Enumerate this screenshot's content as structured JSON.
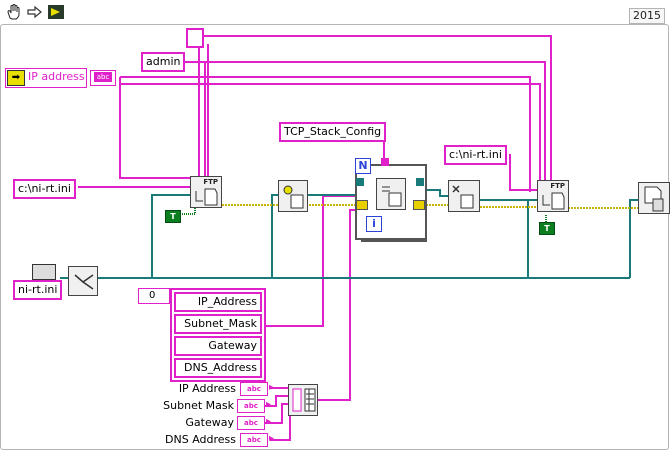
{
  "toolbar": {
    "buttons": [
      {
        "name": "hand-tool-icon",
        "label": ""
      },
      {
        "name": "arrow-right-icon",
        "label": ""
      },
      {
        "name": "run-arrow-icon",
        "label": ""
      }
    ]
  },
  "version_badge": "2015",
  "constants": {
    "empty_string": "",
    "admin": "admin",
    "ip_address": "IP address",
    "tcp_stack_config": "TCP_Stack_Config",
    "ini_path_left": "c:\\ni-rt.ini",
    "ini_path_right": "c:\\ni-rt.ini",
    "ini_file_name": "ni-rt.ini",
    "array_index": "0"
  },
  "key_array": [
    "IP_Address",
    "Subnet_Mask",
    "Gateway",
    "DNS_Address"
  ],
  "controls": [
    {
      "label": "IP Address",
      "type": "abc"
    },
    {
      "label": "Subnet Mask",
      "type": "abc"
    },
    {
      "label": "Gateway",
      "type": "abc"
    },
    {
      "label": "DNS Address",
      "type": "abc"
    }
  ],
  "loop": {
    "count_terminal": "N",
    "iteration_terminal": "i"
  },
  "nodes": {
    "ftp_left": {
      "label": "FTP"
    },
    "ftp_right": {
      "label": "FTP"
    },
    "booleans": [
      "T",
      "T"
    ]
  },
  "colors": {
    "string_wire": "#e020c8",
    "refnum_wire": "#1a7a7a",
    "error_wire": "#c8b400",
    "boolean": "#0b7f20",
    "numeric": "#2c45d8"
  }
}
